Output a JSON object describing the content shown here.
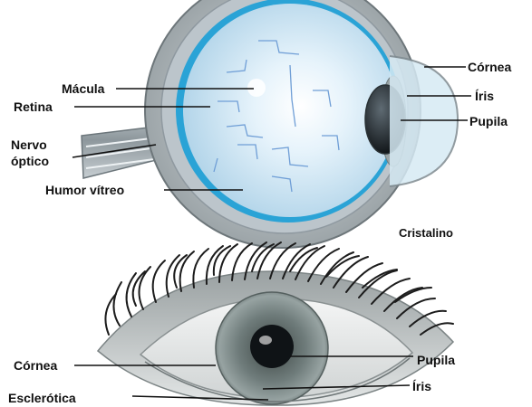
{
  "top_diagram": {
    "labels": {
      "cornea": "Córnea",
      "iris": "Íris",
      "pupila": "Pupila",
      "macula": "Mácula",
      "retina": "Retina",
      "nervo_line1": "Nervo",
      "nervo_line2": "óptico",
      "humor_vitreo": "Humor vítreo",
      "cristalino": "Cristalino"
    }
  },
  "bottom_diagram": {
    "labels": {
      "cornea": "Córnea",
      "pupila": "Pupila",
      "iris": "Íris",
      "esclerotica": "Esclerótica"
    }
  },
  "colors": {
    "eyeball_fill": "#cfe6f3",
    "retina_blue": "#2aa3d6",
    "sclera_gray": "#a9b3b8",
    "iris_gray": "#7d8a89",
    "pupil": "#0f1316",
    "lash": "#1c1c1c"
  }
}
